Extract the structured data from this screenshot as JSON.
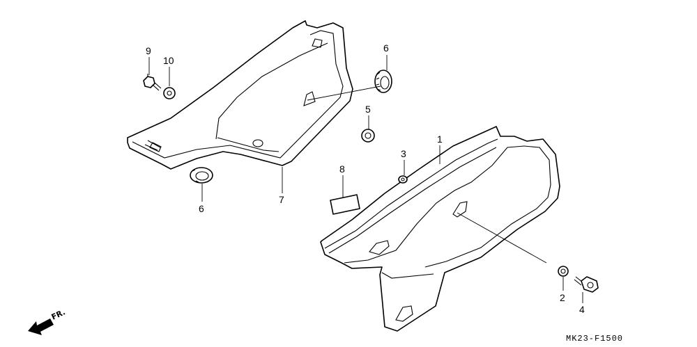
{
  "callouts": {
    "c1": "1",
    "c2": "2",
    "c3": "3",
    "c4": "4",
    "c5": "5",
    "c6a": "6",
    "c6b": "6",
    "c7": "7",
    "c8": "8",
    "c9": "9",
    "c10": "10"
  },
  "front_marker": "FR.",
  "drawing_code": "MK23-F1500"
}
